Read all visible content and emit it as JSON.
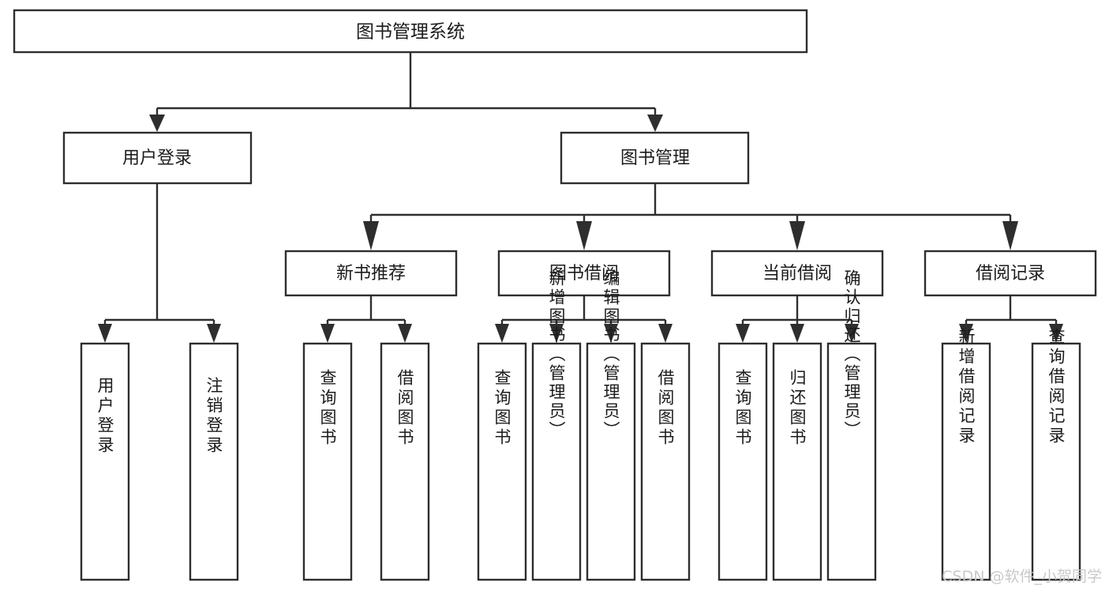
{
  "diagram": {
    "title": "图书管理系统",
    "type": "hierarchy-tree",
    "orientation": "top-down",
    "box_fill": "#ffffff",
    "box_stroke": "#2e2e2e",
    "text_color": "#1b1b1b",
    "background": "#ffffff"
  },
  "root": {
    "label": "图书管理系统"
  },
  "level2": [
    {
      "label": "用户登录"
    },
    {
      "label": "图书管理"
    }
  ],
  "level3": [
    {
      "label": "新书推荐"
    },
    {
      "label": "图书借阅"
    },
    {
      "label": "当前借阅"
    },
    {
      "label": "借阅记录"
    }
  ],
  "leaves": {
    "user_login": [
      {
        "label": "用户登录"
      },
      {
        "label": "注销登录"
      }
    ],
    "new_book_recommend": [
      {
        "label": "查询图书"
      },
      {
        "label": "借阅图书"
      }
    ],
    "book_borrow": [
      {
        "label": "查询图书"
      },
      {
        "label": "新增图书（管理员）"
      },
      {
        "label": "编辑图书（管理员）"
      },
      {
        "label": "借阅图书"
      }
    ],
    "current_borrow": [
      {
        "label": "查询图书"
      },
      {
        "label": "归还图书"
      },
      {
        "label": "确认归还（管理员）"
      }
    ],
    "borrow_record": [
      {
        "label": "新增借阅记录"
      },
      {
        "label": "查询借阅记录"
      }
    ]
  },
  "watermark": {
    "text": "CSDN @软件_小贺同学"
  }
}
